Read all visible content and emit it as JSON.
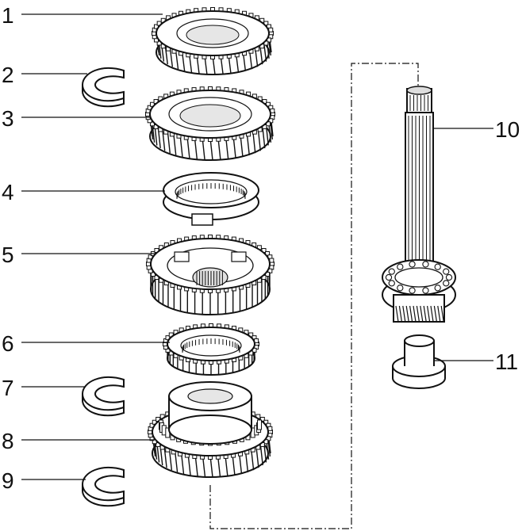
{
  "labels": {
    "l1": "1",
    "l2": "2",
    "l3": "3",
    "l4": "4",
    "l5": "5",
    "l6": "6",
    "l7": "7",
    "l8": "8",
    "l9": "9",
    "l10": "10",
    "l11": "11"
  },
  "colors": {
    "ink": "#111111",
    "paper": "#ffffff",
    "shade": "#d9d9d9"
  },
  "icons": {
    "gear": "gear-icon",
    "circlip": "circlip-icon",
    "shaft": "shaft-icon",
    "bushing": "bushing-icon"
  }
}
